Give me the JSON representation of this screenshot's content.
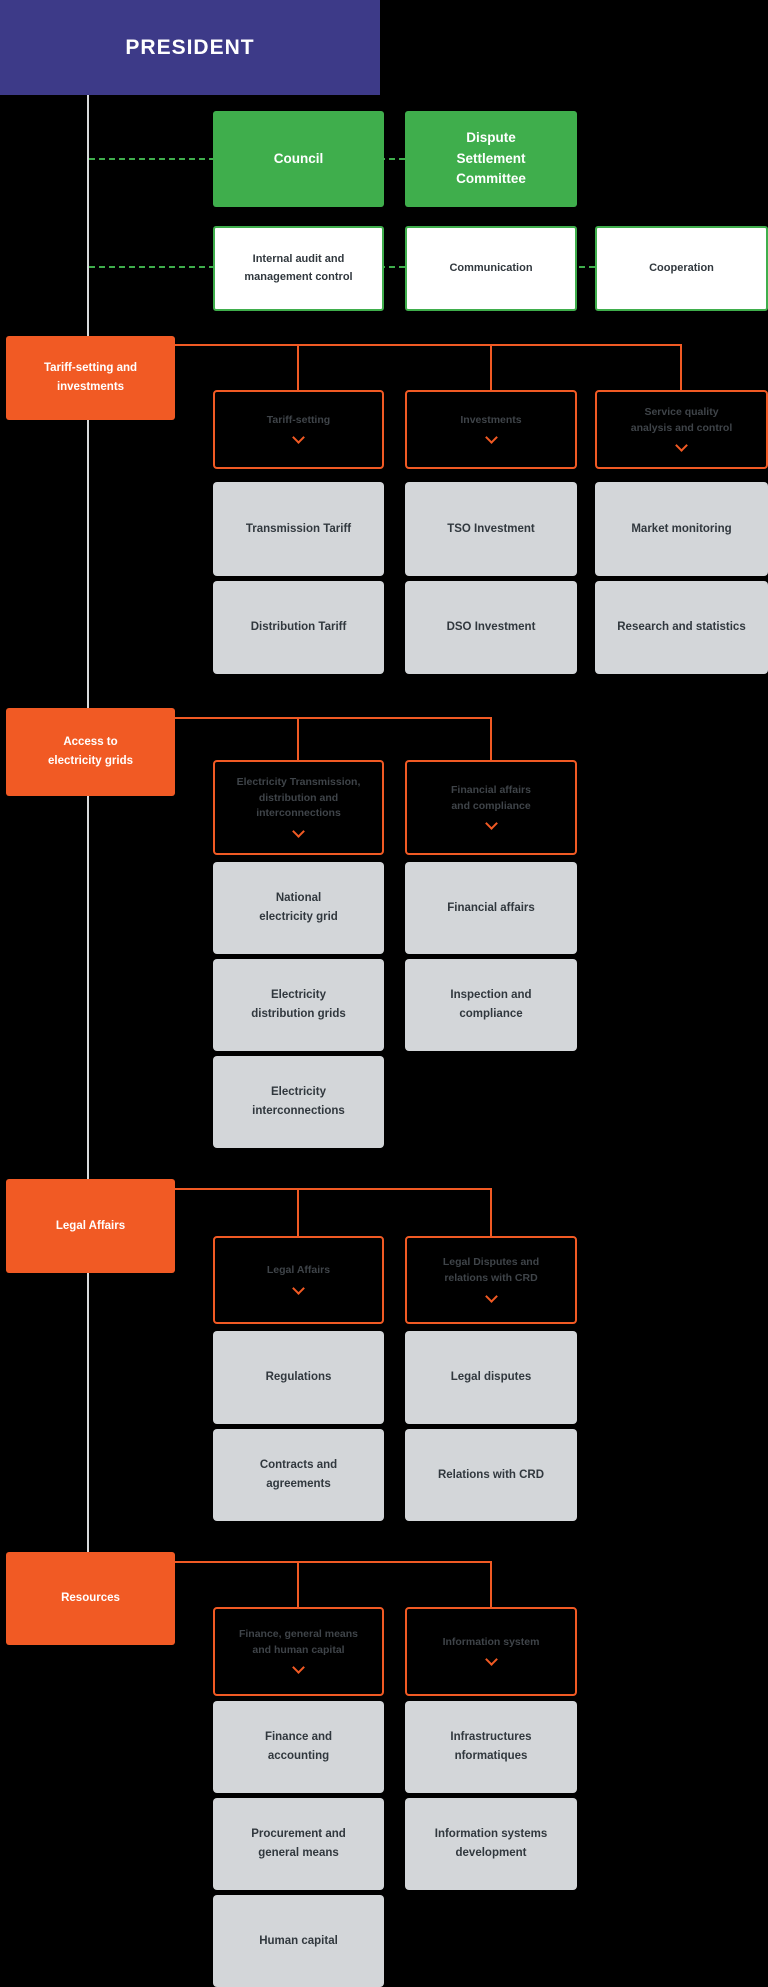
{
  "colors": {
    "background": "#000000",
    "purple": "#3d3a88",
    "green": "#3fae4c",
    "orange": "#f15a24",
    "gray": "#d3d6d9",
    "line": "#d8dadb",
    "dark_text": "#31383e",
    "dept_text": "#3f4449"
  },
  "president": {
    "label": "PRESIDENT"
  },
  "committees": [
    {
      "label": "Council"
    },
    {
      "label": "Dispute\nSettlement\nCommittee"
    }
  ],
  "staff_units": [
    {
      "label": "Internal audit and\nmanagement control"
    },
    {
      "label": "Communication"
    },
    {
      "label": "Cooperation"
    }
  ],
  "sections": [
    {
      "label": "Tariff-setting and\ninvestments",
      "departments": [
        {
          "label": "Tariff-setting",
          "units": [
            {
              "label": "Transmission Tariff"
            },
            {
              "label": "Distribution Tariff"
            }
          ]
        },
        {
          "label": "Investments",
          "units": [
            {
              "label": "TSO Investment"
            },
            {
              "label": "DSO Investment"
            }
          ]
        },
        {
          "label": "Service quality\nanalysis and control",
          "units": [
            {
              "label": "Market monitoring"
            },
            {
              "label": "Research and statistics"
            }
          ]
        }
      ]
    },
    {
      "label": "Access to\nelectricity grids",
      "departments": [
        {
          "label": "Electricity Transmission,\ndistribution and\ninterconnections",
          "units": [
            {
              "label": "National\nelectricity grid"
            },
            {
              "label": "Electricity\ndistribution grids"
            },
            {
              "label": "Electricity\ninterconnections"
            }
          ]
        },
        {
          "label": "Financial affairs\nand compliance",
          "units": [
            {
              "label": "Financial affairs"
            },
            {
              "label": "Inspection and\ncompliance"
            }
          ]
        }
      ]
    },
    {
      "label": "Legal Affairs",
      "departments": [
        {
          "label": "Legal Affairs",
          "units": [
            {
              "label": "Regulations"
            },
            {
              "label": "Contracts and\nagreements"
            }
          ]
        },
        {
          "label": "Legal Disputes and\nrelations with CRD",
          "units": [
            {
              "label": "Legal disputes"
            },
            {
              "label": "Relations with CRD"
            }
          ]
        }
      ]
    },
    {
      "label": "Resources",
      "departments": [
        {
          "label": "Finance, general means\nand human capital",
          "units": [
            {
              "label": "Finance and\naccounting"
            },
            {
              "label": "Procurement and\ngeneral means"
            },
            {
              "label": "Human capital"
            }
          ]
        },
        {
          "label": "Information system",
          "units": [
            {
              "label": "Infrastructures\nnformatiques"
            },
            {
              "label": "Information systems\ndevelopment"
            }
          ]
        }
      ]
    }
  ]
}
